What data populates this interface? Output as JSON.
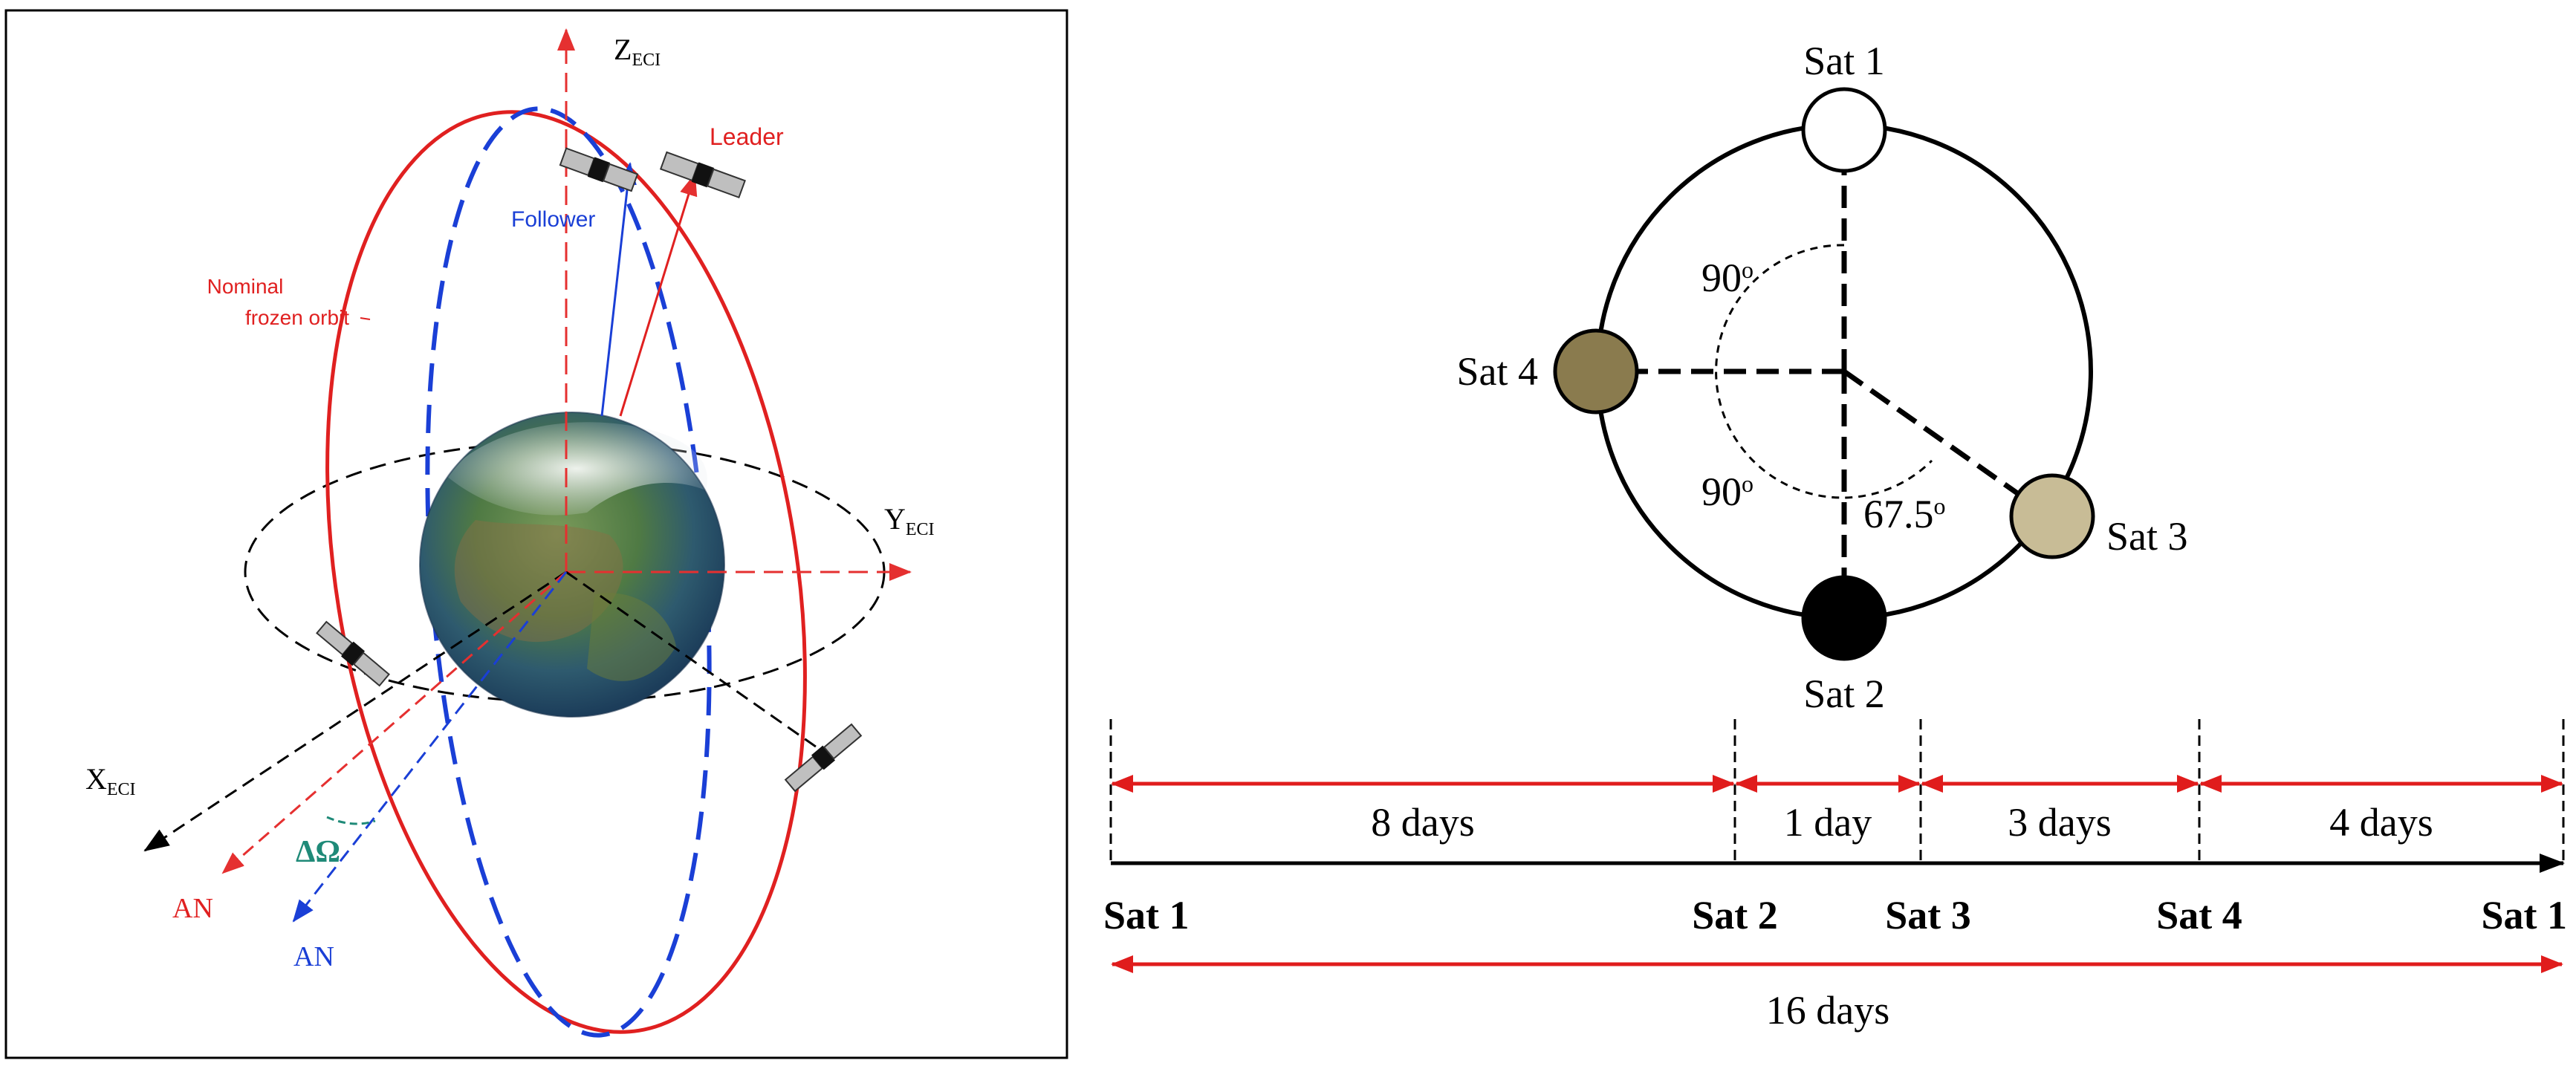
{
  "left_panel": {
    "axes": {
      "z": {
        "main": "Z",
        "sub": "ECI"
      },
      "y": {
        "main": "Y",
        "sub": "ECI"
      },
      "x": {
        "main": "X",
        "sub": "ECI"
      }
    },
    "labels": {
      "leader": "Leader",
      "follower": "Follower",
      "nominal_line1": "Nominal",
      "nominal_line2": "frozen orbit",
      "delta_omega": "ΔΩ",
      "an_red": "AN",
      "an_blue": "AN"
    },
    "colors": {
      "leader": "#e02020",
      "follower": "#1a3fd6",
      "delta": "#1f8a78",
      "axis": "#e53030"
    }
  },
  "right_panel": {
    "satellites": {
      "sat1": {
        "label": "Sat 1",
        "color": "#ffffff"
      },
      "sat2": {
        "label": "Sat 2",
        "color": "#000000"
      },
      "sat3": {
        "label": "Sat 3",
        "color": "#c8bc96"
      },
      "sat4": {
        "label": "Sat 4",
        "color": "#8a7b4e"
      }
    },
    "angles": {
      "top": "90",
      "bottom": "90",
      "right": "67.5",
      "unit": "o"
    },
    "timeline": {
      "segments": [
        "8 days",
        "1 day",
        "3 days",
        "4 days"
      ],
      "markers": [
        "Sat 1",
        "Sat 2",
        "Sat 3",
        "Sat 4",
        "Sat 1"
      ],
      "total": "16 days"
    },
    "colors": {
      "arrow": "#e01c1c"
    }
  }
}
